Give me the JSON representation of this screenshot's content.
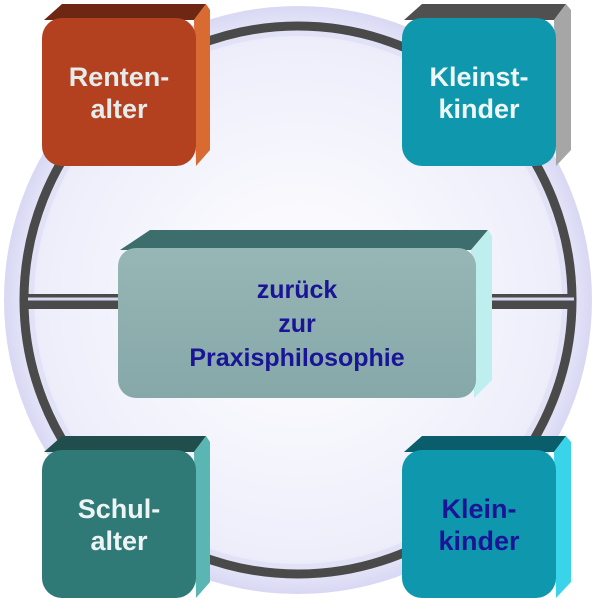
{
  "center": {
    "lines": [
      "zurück",
      "zur",
      "Praxisphilosophie"
    ],
    "text_color": "#1a1496",
    "front_color": "#8fb0b0",
    "side_color": "#bfeeee",
    "top_color": "#3e6d6d"
  },
  "corners": {
    "top_left": {
      "lines": [
        "Renten-",
        "alter"
      ],
      "text_color": "#e6ecec",
      "front_color": "#b3411f",
      "side_color": "#d96b32",
      "top_color": "#6e2712"
    },
    "top_right": {
      "lines": [
        "Kleinst-",
        "kinder"
      ],
      "text_color": "#eef6f6",
      "front_color": "#0f98ad",
      "side_color": "#a6a6a6",
      "top_color": "#505050"
    },
    "bottom_left": {
      "lines": [
        "Schul-",
        "alter"
      ],
      "text_color": "#eef4f4",
      "front_color": "#2f7a76",
      "side_color": "#59b6b3",
      "top_color": "#1f4e4c"
    },
    "bottom_right": {
      "lines": [
        "Klein-",
        "kinder"
      ],
      "text_color": "#1a1496",
      "front_color": "#0f98ad",
      "side_color": "#3ad4ea",
      "top_color": "#0a5e6c"
    }
  },
  "ring": {
    "stroke_color": "#4a4a4a",
    "glow_color": "#dcdcf6"
  }
}
